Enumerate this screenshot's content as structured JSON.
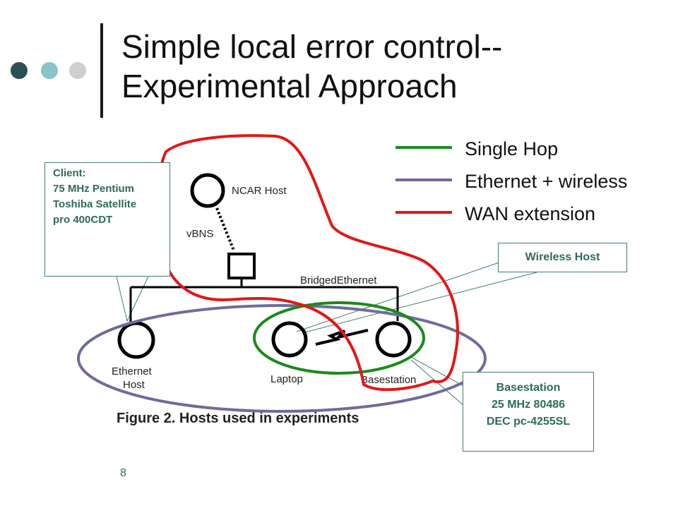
{
  "slide": {
    "title_line1": "Simple local error control--",
    "title_line2": "Experimental Approach",
    "page_number": "8"
  },
  "colors": {
    "dot_dark": "#2c4f56",
    "dot_mid": "#88c4c8",
    "dot_light": "#cfcfcf",
    "single_hop": "#1a8a1a",
    "ethernet_wireless": "#6c6c9c",
    "wan_extension": "#e01818",
    "callout_text": "#2e6b5a"
  },
  "legend": [
    {
      "label": "Single Hop",
      "color": "#1a8a1a"
    },
    {
      "label": "Ethernet + wireless",
      "color": "#6c6c9c"
    },
    {
      "label": "WAN extension",
      "color": "#e01818"
    }
  ],
  "callouts": {
    "client": [
      "Client:",
      "75 MHz Pentium",
      "Toshiba Satellite",
      "pro 400CDT"
    ],
    "wireless_host": "Wireless Host",
    "basestation": [
      "Basestation",
      "25 MHz 80486",
      "DEC pc-4255SL"
    ]
  },
  "figure": {
    "node_ncar": "NCAR Host",
    "label_vbns": "vBNS",
    "label_bridged": "BridgedEthernet",
    "node_ethernet_line1": "Ethernet",
    "node_ethernet_line2": "Host",
    "node_laptop": "Laptop",
    "node_basestation": "Basestation",
    "caption": "Figure 2. Hosts used in experiments"
  }
}
